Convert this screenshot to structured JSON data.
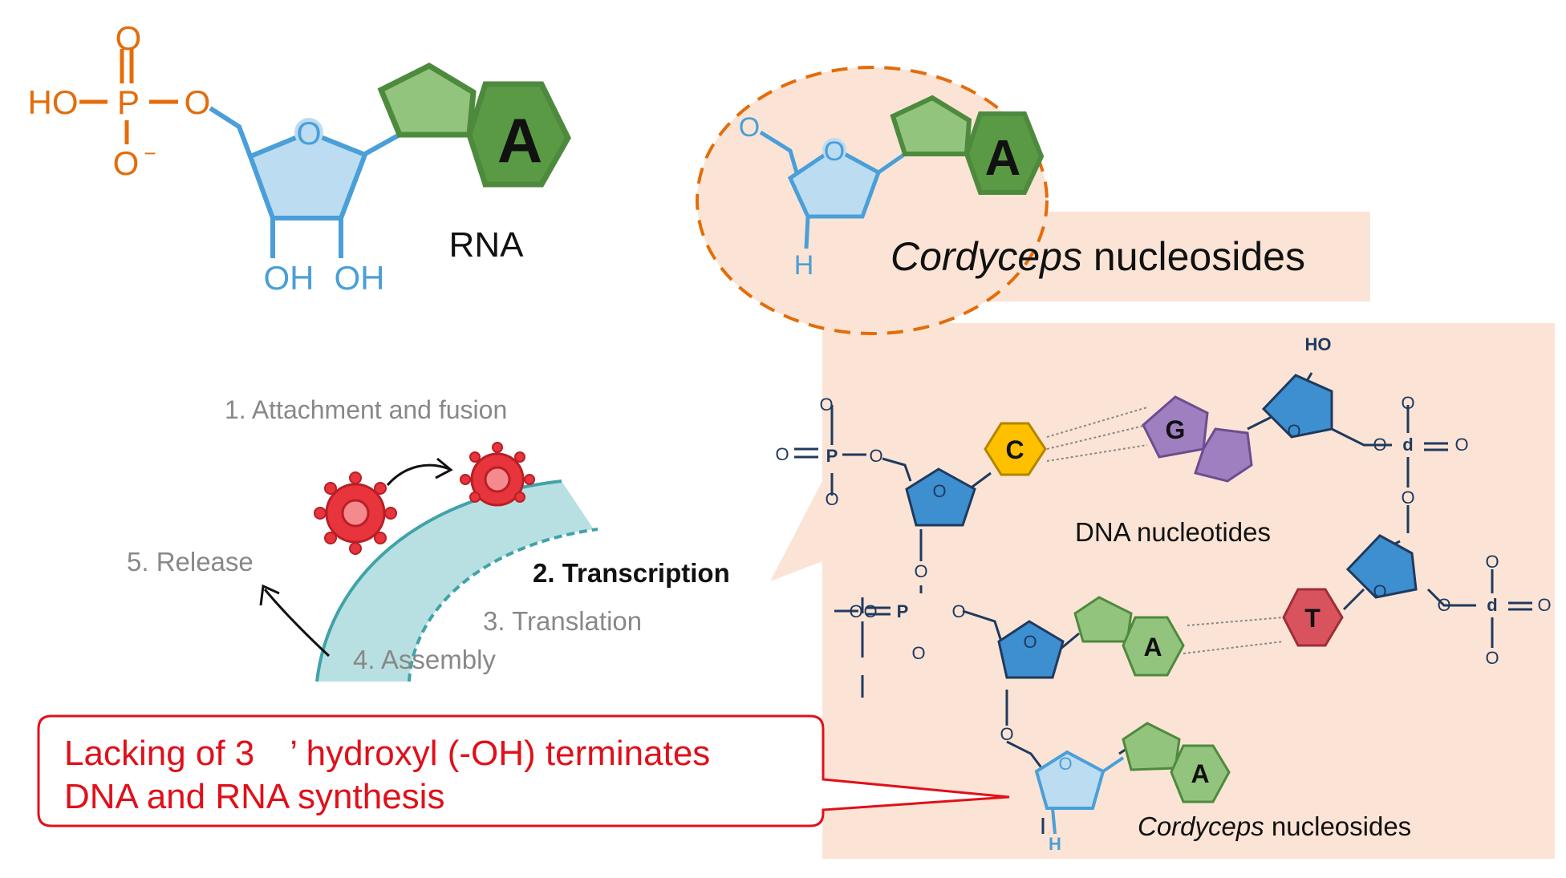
{
  "rna": {
    "phosphate": {
      "o_top": "O",
      "ho": "HO",
      "p": "P",
      "o_right": "O",
      "o_minus": "O",
      "minus": "−"
    },
    "ring_o": "O",
    "oh_left": "OH",
    "oh_right": "OH",
    "base": "A",
    "label": "RNA"
  },
  "cordycepin_top": {
    "o5": "O",
    "ring_o": "O",
    "h": "H",
    "base": "A",
    "label_italic": "Cordyceps",
    "label_rest": " nucleosides"
  },
  "lifecycle": {
    "step1": "1. Attachment and fusion",
    "step2": "2. Transcription",
    "step3": "3. Translation",
    "step4": "4. Assembly",
    "step5": "5. Release"
  },
  "callout": {
    "line1": "Lacking of 3　’ hydroxyl (-OH) terminates",
    "line2": "DNA and RNA synthesis"
  },
  "dna": {
    "label": "DNA nucleotides",
    "bases": {
      "c": "C",
      "g": "G",
      "a": "A",
      "t": "T",
      "a2": "A"
    },
    "atoms": {
      "o": "O",
      "p": "P",
      "ho": "HO",
      "h": "H",
      "d": "d"
    },
    "cordycepin_label_italic": "Cordyceps",
    "cordycepin_label_rest": " nucleosides"
  },
  "colors": {
    "orange": "#e46c0a",
    "ribose_stroke": "#4a9fd8",
    "ribose_fill": "#bcdcf2",
    "base_green_stroke": "#4e8a3e",
    "base_green_fill": "#93c47d",
    "dna_blue": "#3d8fcf",
    "dna_navy": "#1f3a5f",
    "callout_red": "#e0101a",
    "membrane": "#b8e0e2",
    "pink_panel": "#fbe4d5"
  }
}
